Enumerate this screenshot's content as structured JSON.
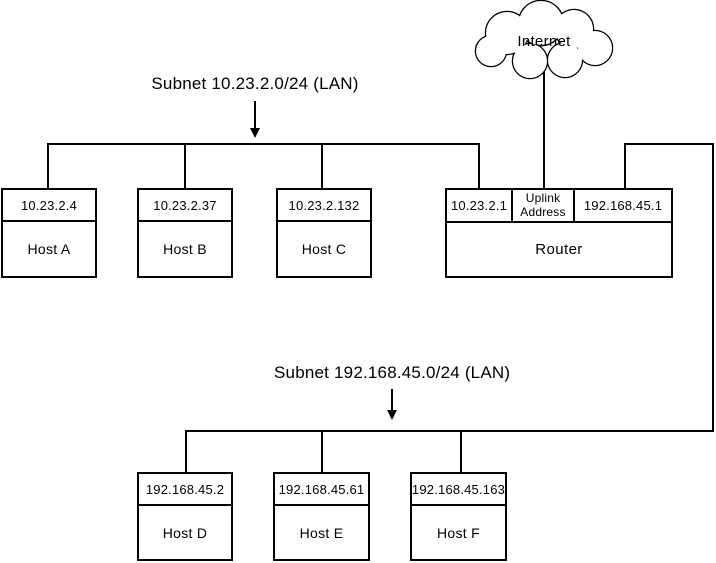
{
  "colors": {
    "line": "#000000",
    "background": "#ffffff"
  },
  "internet": {
    "label": "Internet"
  },
  "subnet1": {
    "label": "Subnet 10.23.2.0/24 (LAN)",
    "hosts": [
      {
        "ip": "10.23.2.4",
        "name": "Host A"
      },
      {
        "ip": "10.23.2.37",
        "name": "Host B"
      },
      {
        "ip": "10.23.2.132",
        "name": "Host C"
      }
    ]
  },
  "router": {
    "label": "Router",
    "subnet1_ip": "10.23.2.1",
    "uplink_label": "Uplink Address",
    "subnet2_ip": "192.168.45.1"
  },
  "subnet2": {
    "label": "Subnet 192.168.45.0/24 (LAN)",
    "hosts": [
      {
        "ip": "192.168.45.2",
        "name": "Host D"
      },
      {
        "ip": "192.168.45.61",
        "name": "Host E"
      },
      {
        "ip": "192.168.45.163",
        "name": "Host F"
      }
    ]
  }
}
